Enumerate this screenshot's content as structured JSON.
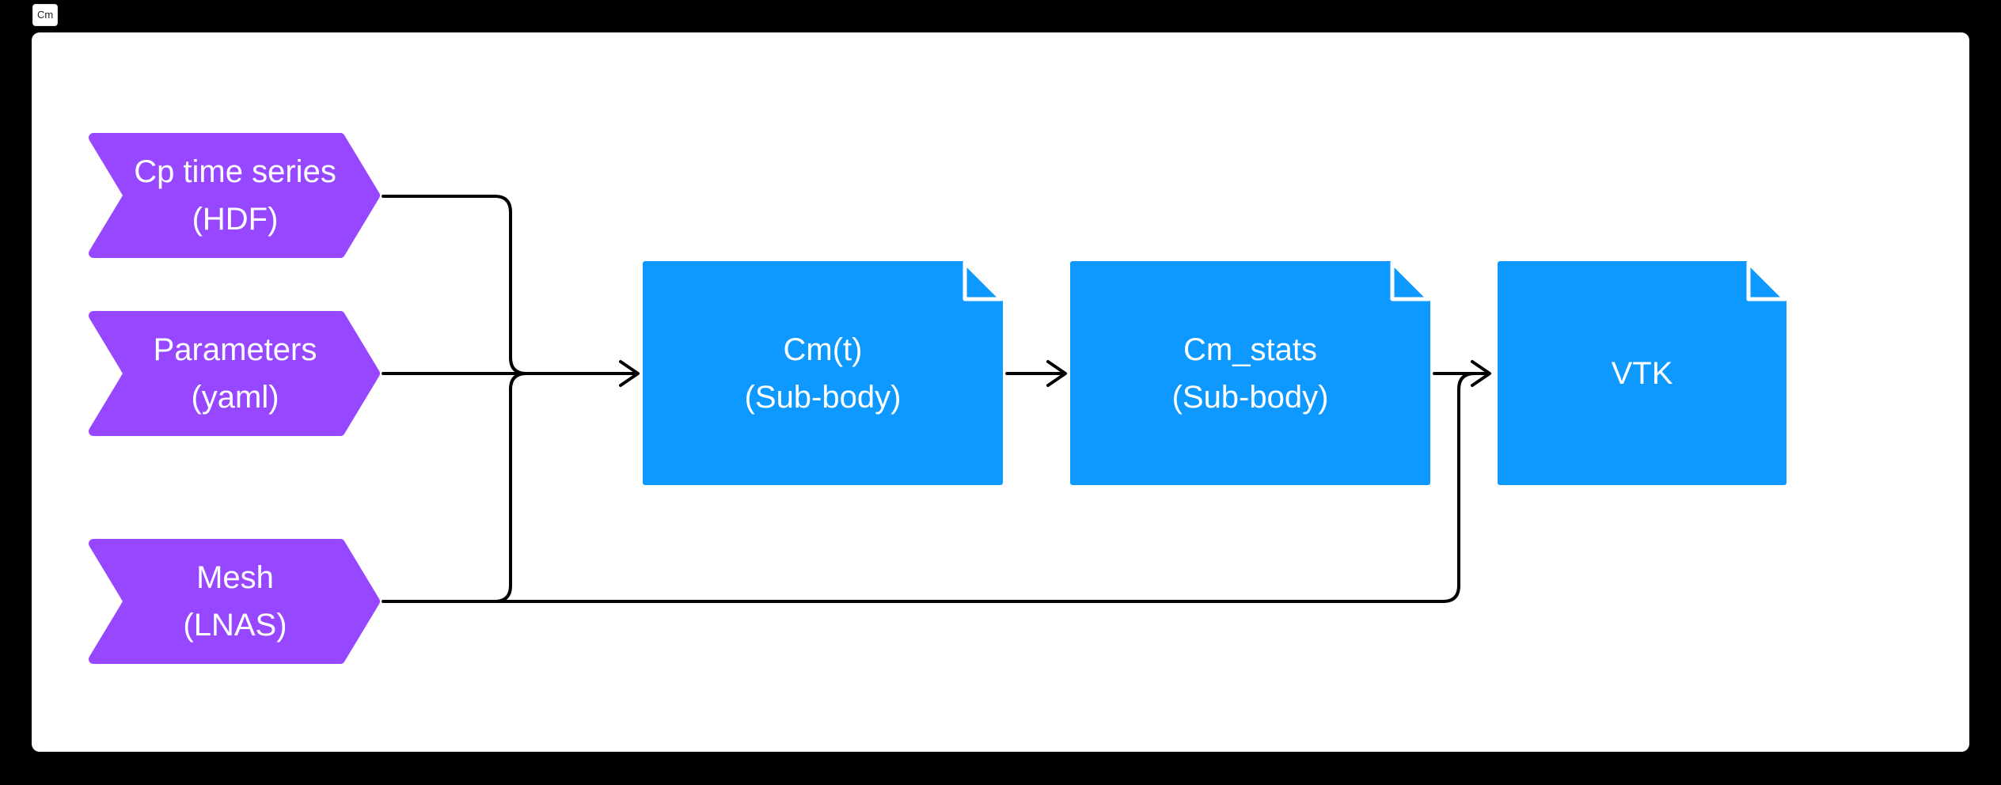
{
  "section": {
    "label": "Cm"
  },
  "colors": {
    "page_background": "#000000",
    "section_canvas": "#ffffff",
    "input_shape": "#9747FF",
    "file_shape": "#0D99FF",
    "connector": "#000000",
    "node_text": "#ffffff",
    "section_tab_text": "#1e1e1e",
    "flap_stroke": "#ffffff"
  },
  "inputs": [
    {
      "type": "chevron-input",
      "line1": "Cp time series",
      "line2": "(HDF)"
    },
    {
      "type": "chevron-input",
      "line1": "Parameters",
      "line2": "(yaml)"
    },
    {
      "type": "chevron-input",
      "line1": "Mesh",
      "line2": "(LNAS)"
    }
  ],
  "files": [
    {
      "type": "file",
      "line1": "Cm(t)",
      "line2": "(Sub-body)"
    },
    {
      "type": "file",
      "line1": "Cm_stats",
      "line2": "(Sub-body)"
    },
    {
      "type": "file",
      "line1": "VTK",
      "line2": ""
    }
  ]
}
